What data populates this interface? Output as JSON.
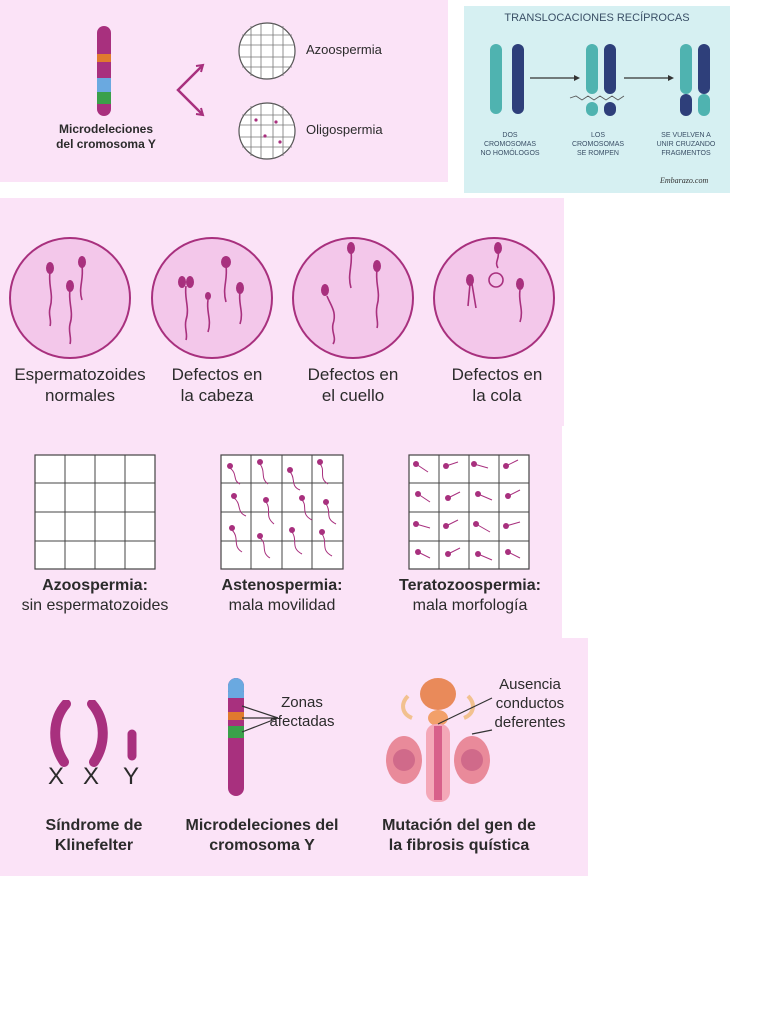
{
  "panel1": {
    "chromosome_caption_line1": "Microdeleciones",
    "chromosome_caption_line2": "del cromosoma Y",
    "outcome_top": "Azoospermia",
    "outcome_bottom": "Oligospermia"
  },
  "panel2": {
    "title": "TRANSLOCACIONES RECÍPROCAS",
    "steps": [
      {
        "line1": "DOS",
        "line2": "CROMOSOMAS",
        "line3": "NO HOMÓLOGOS"
      },
      {
        "line1": "LOS",
        "line2": "CROMOSOMAS",
        "line3": "SE ROMPEN"
      },
      {
        "line1": "SE VUELVEN A",
        "line2": "UNIR CRUZANDO",
        "line3": "FRAGMENTOS"
      }
    ],
    "signature": "Embarazo.com"
  },
  "panel3": {
    "items": [
      {
        "line1": "Espermatozoides",
        "line2": "normales"
      },
      {
        "line1": "Defectos en",
        "line2": "la cabeza"
      },
      {
        "line1": "Defectos en",
        "line2": "el cuello"
      },
      {
        "line1": "Defectos en",
        "line2": "la cola"
      }
    ]
  },
  "panel4": {
    "items": [
      {
        "title": "Azoospermia:",
        "desc": "sin espermatozoides"
      },
      {
        "title": "Astenospermia:",
        "desc": "mala movilidad"
      },
      {
        "title": "Teratozoospermia:",
        "desc": "mala morfología"
      }
    ]
  },
  "panel5": {
    "kline_letters": [
      "X",
      "X",
      "Y"
    ],
    "zones_line1": "Zonas",
    "zones_line2": "afectadas",
    "absence_line1": "Ausencia",
    "absence_line2": "conductos",
    "absence_line3": "deferentes",
    "captions": [
      {
        "line1": "Síndrome de",
        "line2": "Klinefelter"
      },
      {
        "line1": "Microdeleciones del",
        "line2": "cromosoma Y"
      },
      {
        "line1": "Mutación del gen de",
        "line2": "la fibrosis quística"
      }
    ]
  },
  "colors": {
    "panel_bg": "#fbe3f7",
    "chromosome_magenta": "#a8307e",
    "accent_teal": "#d6f0f2",
    "band_orange": "#e07a2e",
    "band_blue": "#6aa9e0",
    "band_green": "#3aa04a"
  }
}
